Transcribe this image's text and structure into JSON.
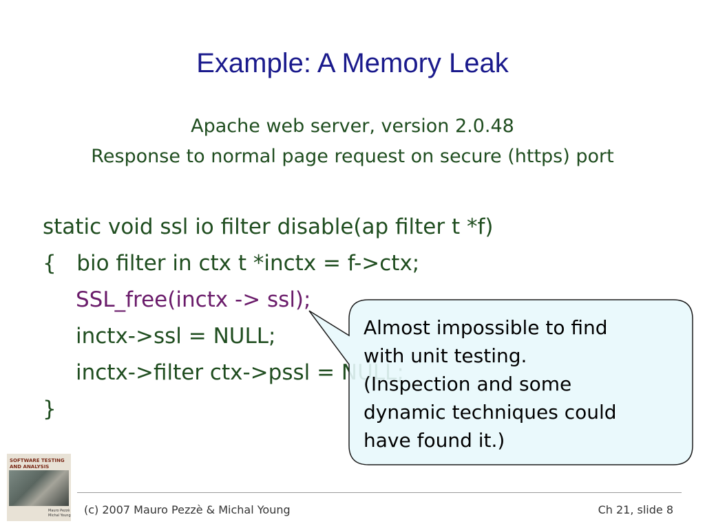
{
  "slide": {
    "title": "Example: A Memory Leak",
    "subtitle_line1": "Apache web server, version 2.0.48",
    "subtitle_line2": "Response to normal page request on secure (https) port"
  },
  "code": {
    "line1": "static void ssl io filter disable(ap filter t *f)",
    "line2": "{   bio filter in ctx t *inctx = f->ctx;",
    "line3": "SSL_free(inctx -> ssl);",
    "line4": "inctx->ssl = NULL;",
    "line5": "inctx->filter ctx->pssl = NULL;",
    "line6": "}"
  },
  "callout": {
    "line1": "Almost impossible to find",
    "line2": "with unit testing.",
    "line3": "(Inspection and some",
    "line4": "dynamic techniques could",
    "line5": "have found it.)"
  },
  "book": {
    "title": "SOFTWARE TESTING AND ANALYSIS",
    "authors": "Mauro Pezzè Michal Young"
  },
  "footer": {
    "copyright": "(c) 2007 Mauro Pezzè & Michal Young",
    "slide_number": "Ch 21, slide 8"
  },
  "colors": {
    "title": "#1a1a8c",
    "text": "#1f4d1f",
    "highlight": "#6a1b6a",
    "callout_fill": "#e8f8fc"
  }
}
